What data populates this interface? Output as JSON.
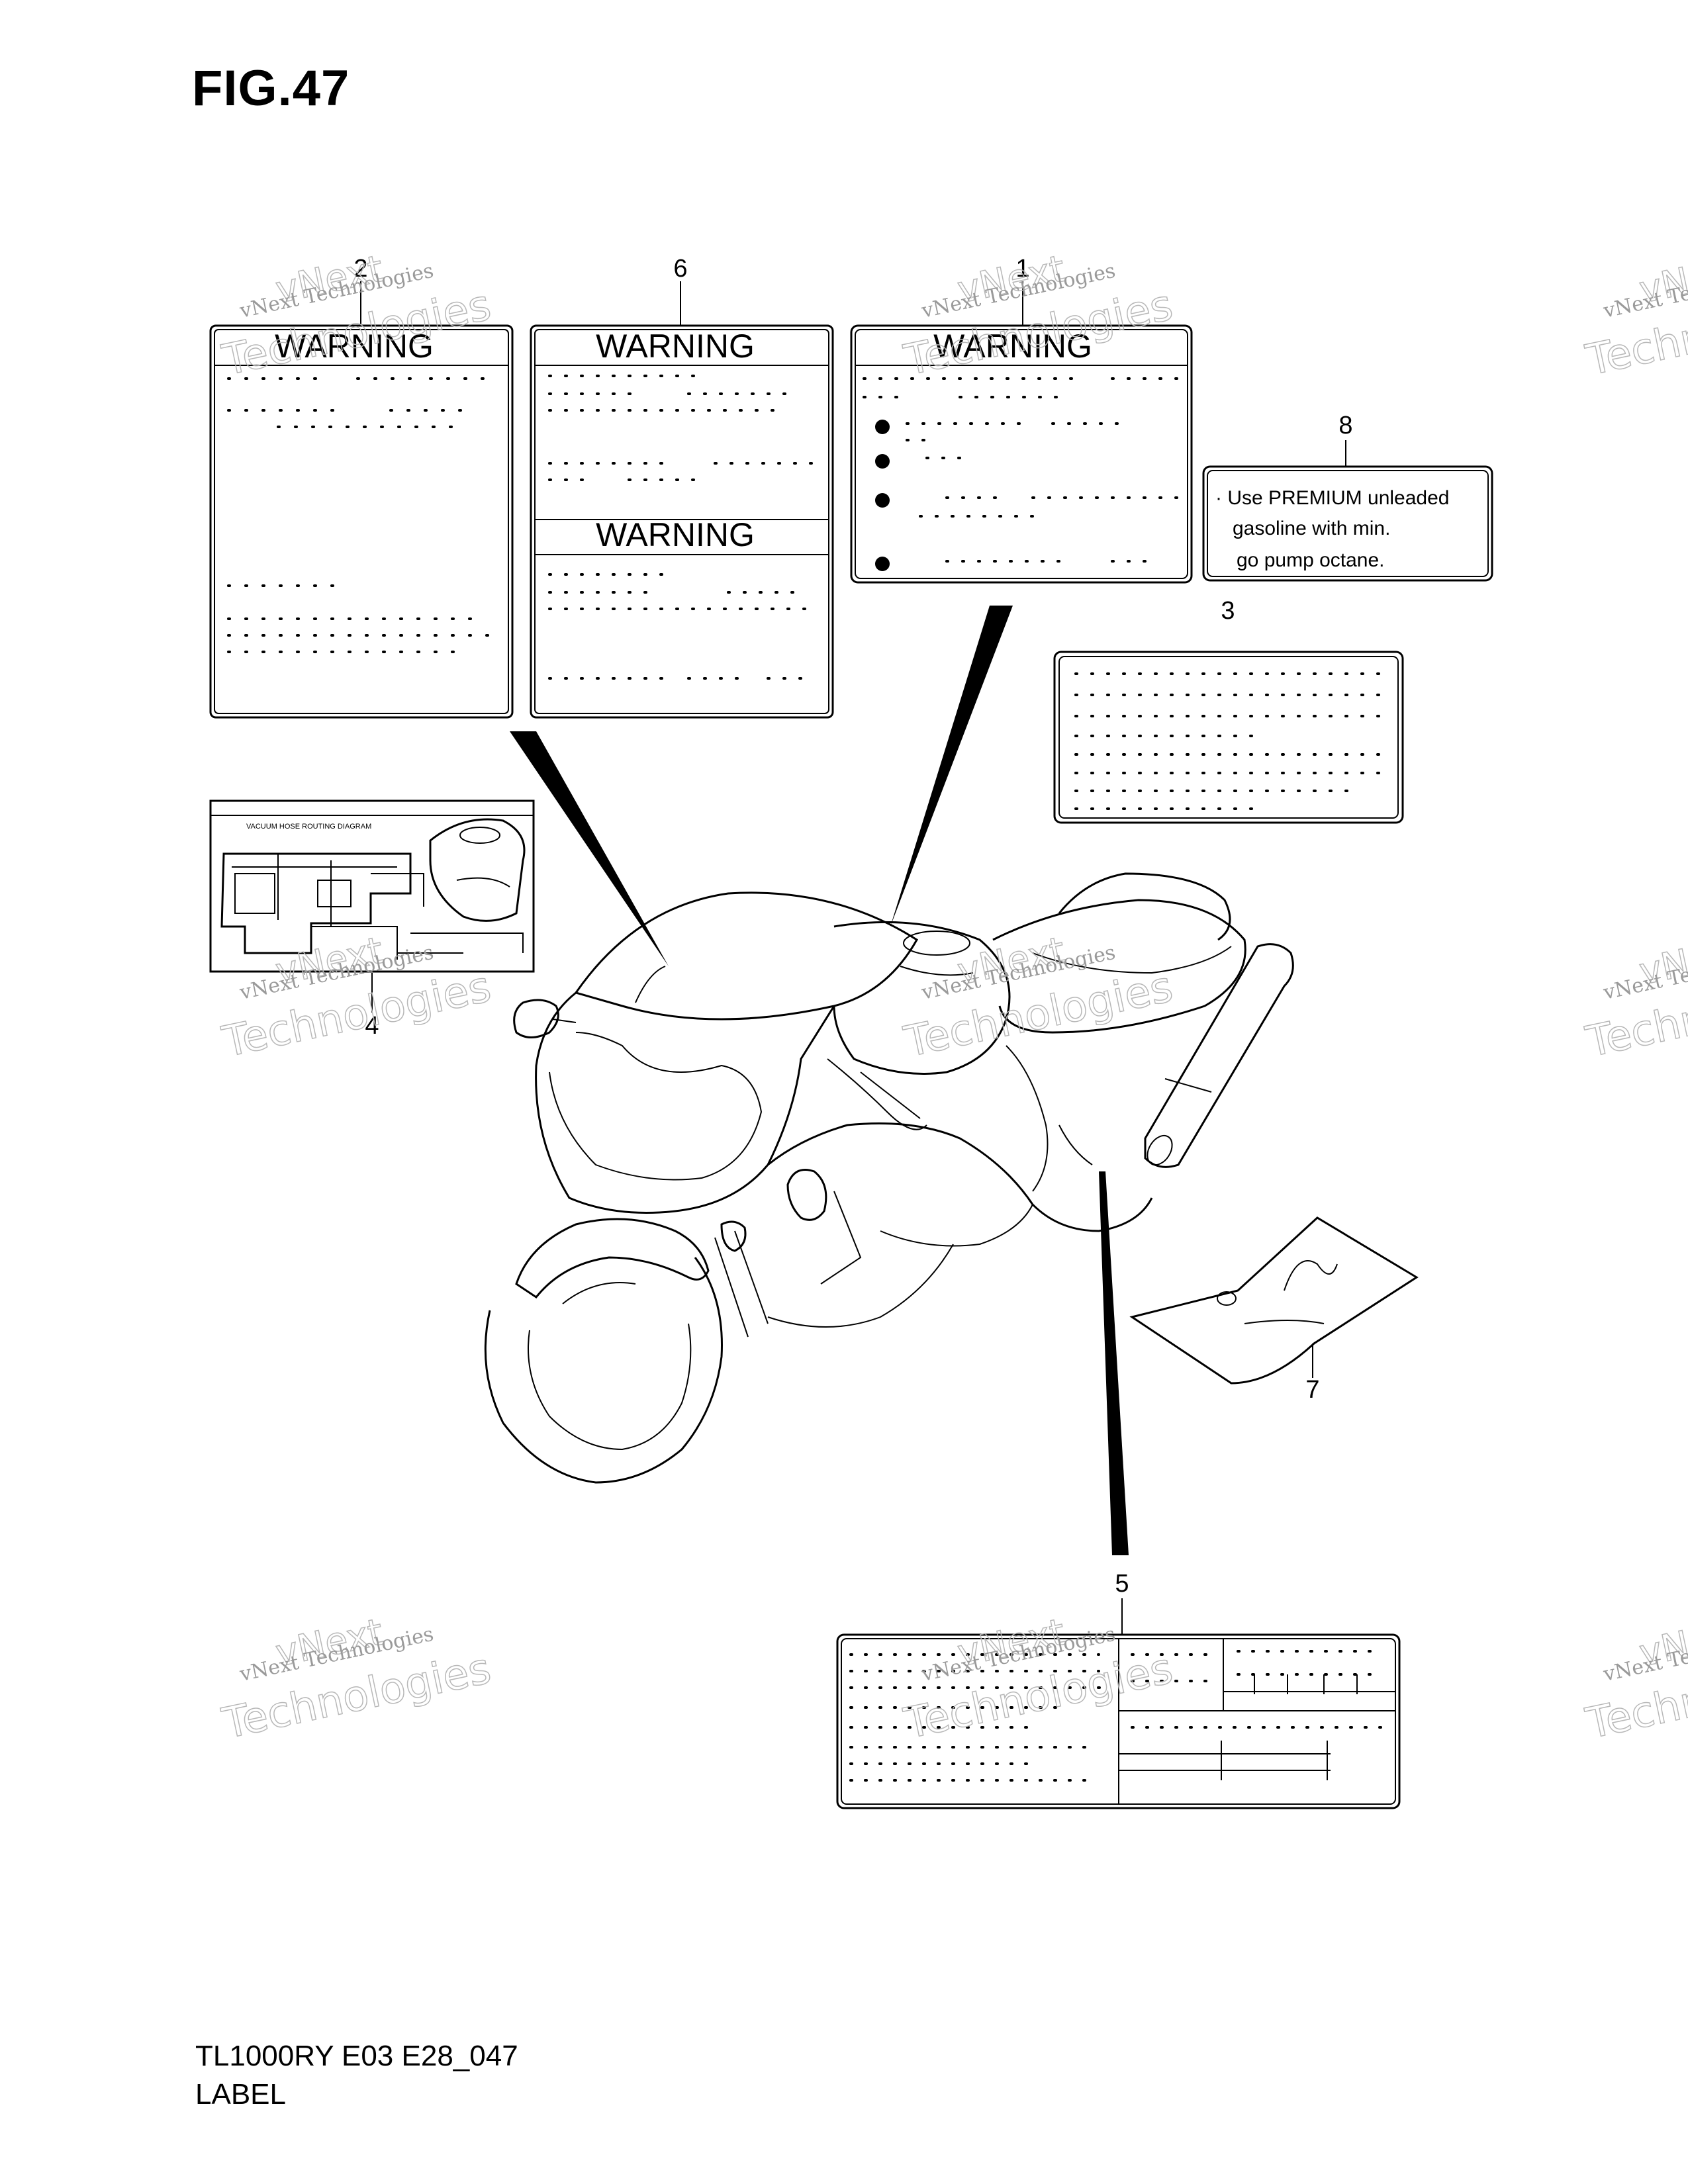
{
  "figure": {
    "title": "FIG.47"
  },
  "footer": {
    "code": "TL1000RY E03 E28_047",
    "name": "LABEL"
  },
  "callouts": [
    "1",
    "2",
    "3",
    "4",
    "5",
    "6",
    "7",
    "8"
  ],
  "labels": {
    "warning_heading": "WARNING",
    "fuel_label": [
      "· Use PREMIUM unleaded",
      "gasoline with min.",
      "go pump octane."
    ],
    "vacuum_diagram_title": "VACUUM HOSE ROUTING DIAGRAM"
  },
  "watermark": {
    "line1": "vNext Technologies",
    "line2": "Technologies",
    "line3": "vNext"
  }
}
